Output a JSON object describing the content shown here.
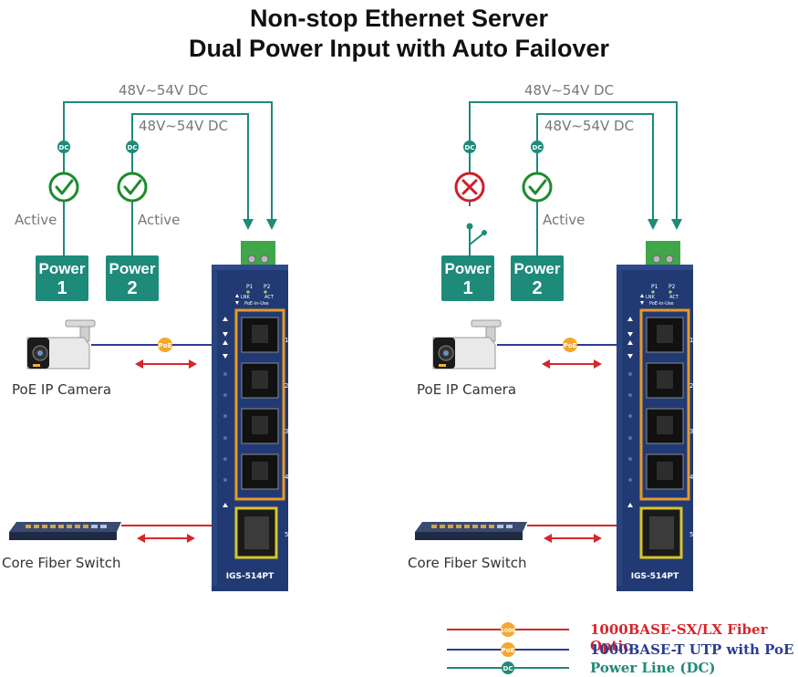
{
  "title_line1": "Non-stop Ethernet Server",
  "title_line2": "Dual Power Input with Auto Failover",
  "voltage_label": "48V~54V DC",
  "dc_tag": "DC",
  "poe_tag": "PoE",
  "fiber_tag": "1000",
  "status_active": "Active",
  "power_word": "Power",
  "power1_num": "1",
  "power2_num": "2",
  "camera_label": "PoE IP Camera",
  "switch_label": "Core Fiber Switch",
  "device_model": "IGS-514PT",
  "led_p1": "P1",
  "led_p2": "P2",
  "led_lnk": "LNK",
  "led_act": "ACT",
  "led_poe": "PoE-in-Use",
  "ports": [
    "1",
    "2",
    "3",
    "4",
    "5"
  ],
  "legend": [
    {
      "label": "1000BASE-SX/LX Fiber Optic",
      "color": "#d7262b"
    },
    {
      "label": "1000BASE-T UTP with PoE",
      "color": "#2b3d93"
    },
    {
      "label": "Power Line (DC)",
      "color": "#1e8a7a"
    }
  ],
  "colors": {
    "dc_line": "#1e8a7a",
    "poe_line": "#2b3d93",
    "fiber_line": "#d7262b",
    "active_check": "#1e8a2e",
    "fail_x": "#cc1f2b",
    "switch_body": "#223a73",
    "port_frame": "#e59a28",
    "sfp_frame": "#d8c52b",
    "poe_badge": "#f3a82d"
  }
}
